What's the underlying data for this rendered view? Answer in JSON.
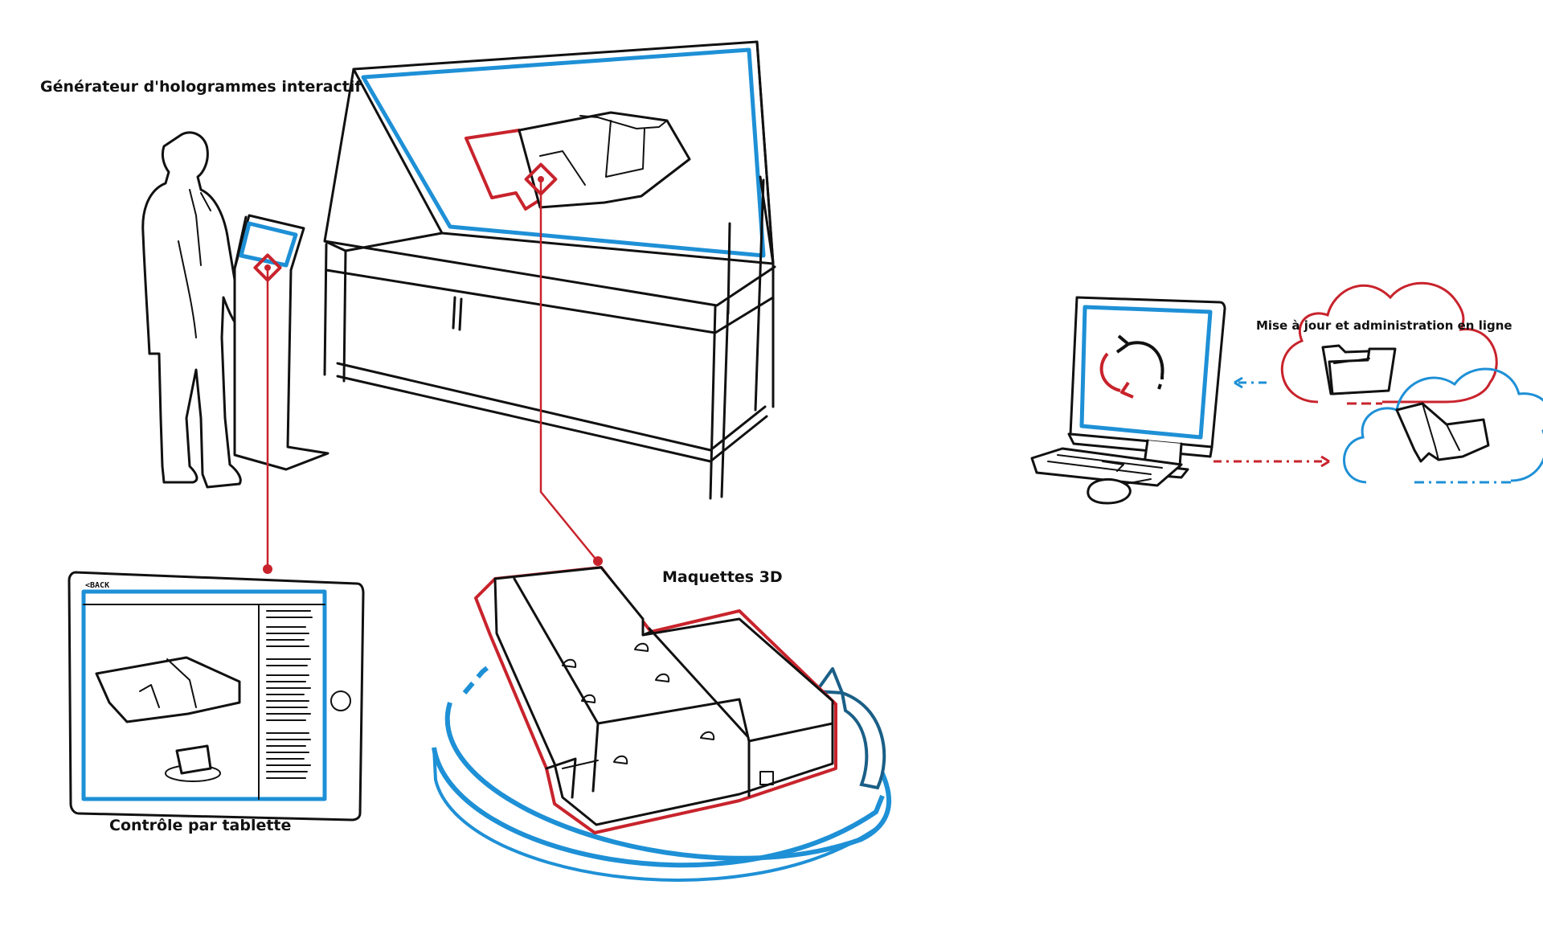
{
  "labels": {
    "generator": "Générateur d'hologrammes interactif",
    "models": "Maquettes 3D",
    "tablet": "Contrôle par tablette",
    "cloud": "Mise à jour et administration en ligne",
    "back_button": "<BACK"
  },
  "colors": {
    "blue": "#1e90d6",
    "red": "#c8232c",
    "ink": "#111111",
    "dark_blue": "#1a5f87"
  },
  "icons": [
    "person-figure",
    "tablet-kiosk",
    "hologram-table",
    "tablet-device",
    "building-model",
    "turntable",
    "rotate-arrow",
    "desktop-computer",
    "keyboard",
    "mouse",
    "sync-icon",
    "cloud-red",
    "cloud-blue",
    "folder-icon",
    "building-model-small"
  ]
}
